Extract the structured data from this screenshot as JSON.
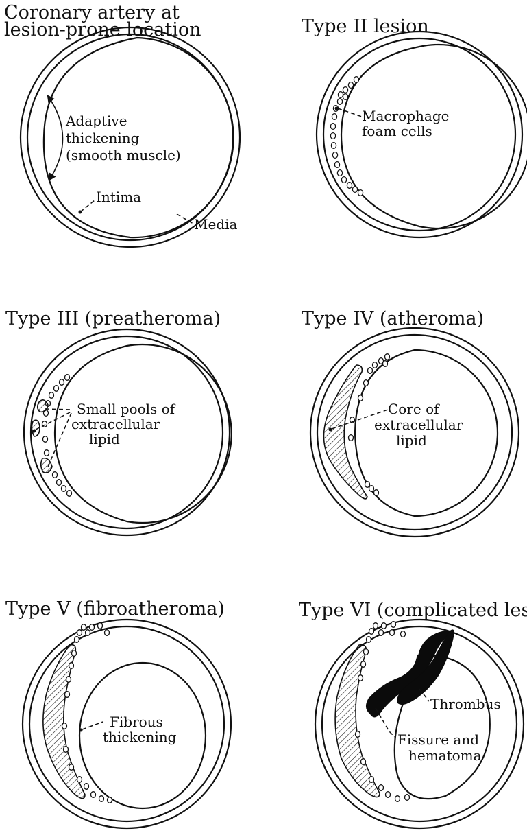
{
  "panels": {
    "p1": {
      "title_line1": "Coronary artery at",
      "title_line2": "lesion-prone location",
      "adaptive_line1": "Adaptive",
      "adaptive_line2": "thickening",
      "adaptive_line3": "(smooth muscle)",
      "intima": "Intima",
      "media": "Media"
    },
    "p2": {
      "title": "Type II lesion",
      "label_line1": "Macrophage",
      "label_line2": "foam cells"
    },
    "p3": {
      "title": "Type III (preatheroma)",
      "label_line1": "Small pools of",
      "label_line2": "extracellular",
      "label_line3": "lipid"
    },
    "p4": {
      "title": "Type IV (atheroma)",
      "label_line1": "Core of",
      "label_line2": "extracellular",
      "label_line3": "lipid"
    },
    "p5": {
      "title": "Type V (fibroatheroma)",
      "label_line1": "Fibrous",
      "label_line2": "thickening"
    },
    "p6": {
      "title": "Type VI (complicated lesion)",
      "thrombus": "Thrombus",
      "fissure_line1": "Fissure and",
      "fissure_line2": "hematoma"
    }
  },
  "colors": {
    "ink": "#111111",
    "background": "#ffffff"
  }
}
